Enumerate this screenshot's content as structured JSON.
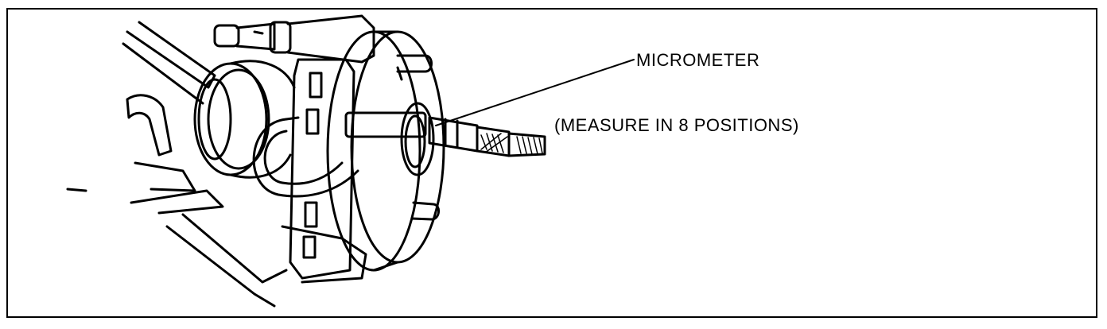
{
  "figure": {
    "labels": {
      "micrometer": "MICROMETER",
      "measure_note": "(MEASURE IN 8 POSITIONS)"
    },
    "colors": {
      "line": "#000000",
      "background": "#ffffff"
    },
    "subject": "micrometer measuring a brake disc rotor thickness on a wheel hub"
  }
}
